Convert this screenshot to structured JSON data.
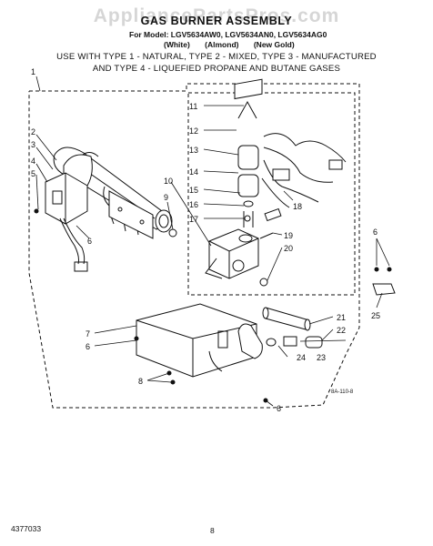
{
  "watermark": "AppliancePartsPros.com",
  "header": {
    "title": "GAS BURNER ASSEMBLY",
    "model_line": "For Model: LGV5634AW0, LGV5634AN0, LGV5634AG0",
    "colors": [
      "(White)",
      "(Almond)",
      "(New Gold)"
    ],
    "types_line1": "USE WITH TYPE 1 - NATURAL, TYPE 2 - MIXED, TYPE 3 - MANUFACTURED",
    "types_line2": "AND TYPE 4 - LIQUEFIED PROPANE AND BUTANE GASES"
  },
  "callouts": {
    "c1": "1",
    "c2": "2",
    "c3": "3",
    "c4": "4",
    "c5": "5",
    "c6a": "6",
    "c6b": "6",
    "c6c": "6",
    "c6d": "6",
    "c7": "7",
    "c8": "8",
    "c9": "9",
    "c10": "10",
    "c11": "11",
    "c12": "12",
    "c13": "13",
    "c14": "14",
    "c15": "15",
    "c16": "16",
    "c17": "17",
    "c18": "18",
    "c19": "19",
    "c20": "20",
    "c21": "21",
    "c22": "22",
    "c23": "23",
    "c24": "24",
    "c25": "25"
  },
  "diagram_code": "8A-110-8",
  "footer": {
    "doc_number": "4377033",
    "page": "8"
  }
}
